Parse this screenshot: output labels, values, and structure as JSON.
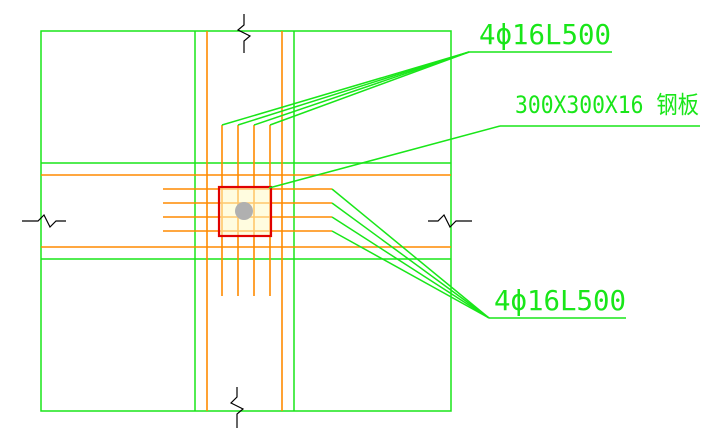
{
  "labels": {
    "top_rebar": "4ϕ16L500",
    "plate": "300X300X16 钢板",
    "bottom_rebar": "4ϕ16L500"
  },
  "colors": {
    "frame_lines": "#19e619",
    "rebar": "#ff8a00",
    "plate": "#e00000",
    "plate_fill": "#fff9c4",
    "anchor": "#b0b0b0",
    "break_marks": "#000000"
  }
}
